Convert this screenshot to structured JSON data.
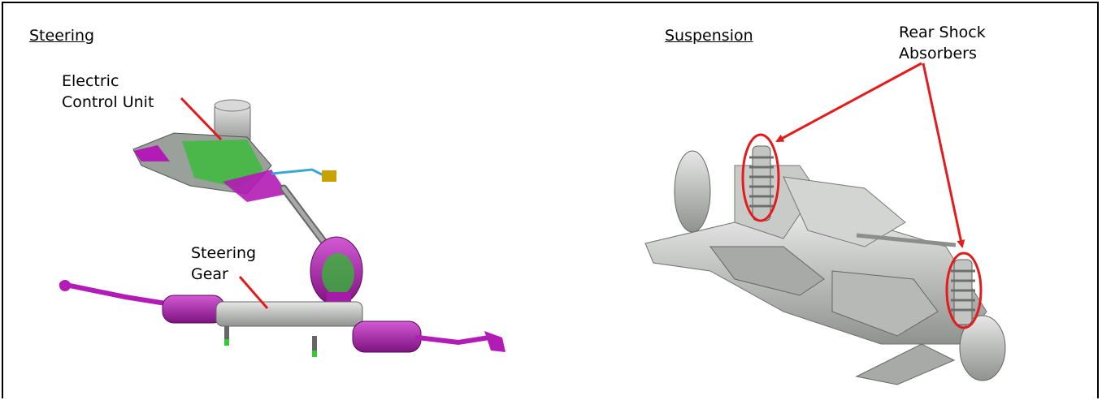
{
  "steering": {
    "title": "Steering",
    "labels": {
      "ecu_line1": "Electric",
      "ecu_line2": "Control Unit",
      "gear_line1": "Steering",
      "gear_line2": "Gear"
    }
  },
  "suspension": {
    "title": "Suspension",
    "labels": {
      "shock_line1": "Rear Shock",
      "shock_line2": "Absorbers"
    }
  },
  "colors": {
    "callout": "#e31b1b",
    "steering_primary": "#b21bb5",
    "steering_secondary": "#2ea62e",
    "steering_metal": "#c9c9c9",
    "suspension_metal": "#b9bcb9"
  }
}
